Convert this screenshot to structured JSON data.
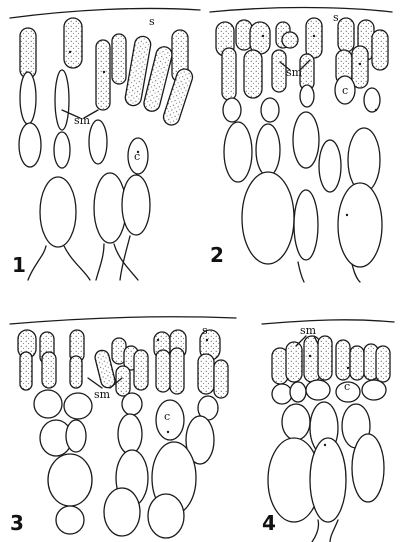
{
  "figure": {
    "panels": [
      {
        "number": "1",
        "labels": {
          "surface": "s",
          "sm": "sm",
          "cell": "c"
        }
      },
      {
        "number": "2",
        "labels": {
          "surface": "s",
          "sm": "sm",
          "cell": "c"
        }
      },
      {
        "number": "3",
        "labels": {
          "surface": "s",
          "sm": "sm",
          "cell": "c"
        }
      },
      {
        "number": "4",
        "labels": {
          "sm": "sm",
          "cell": "c"
        }
      }
    ]
  },
  "colors": {
    "ink": "#1a1a1a",
    "paper": "#ffffff"
  }
}
